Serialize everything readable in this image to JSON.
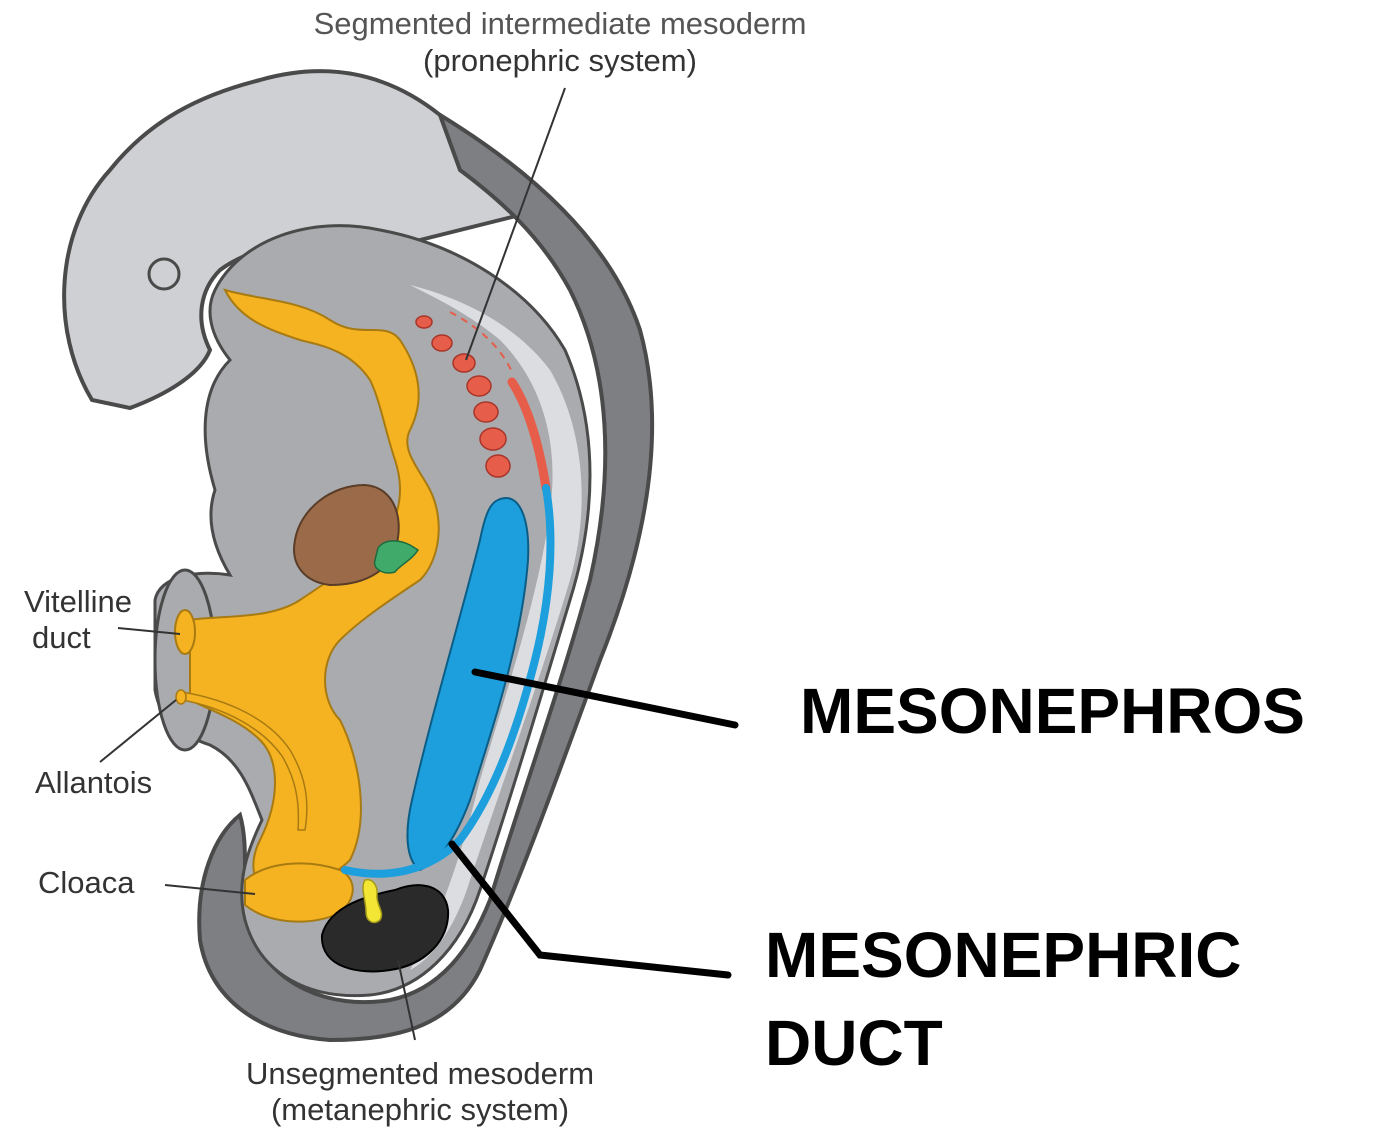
{
  "labels": {
    "pronephric_line1": "Segmented intermediate mesoderm",
    "pronephric_line2": "(pronephric system)",
    "vitelline_line1": "Vitelline",
    "vitelline_line2": "duct",
    "allantois": "Allantois",
    "cloaca": "Cloaca",
    "metanephric_line1": "Unsegmented mesoderm",
    "metanephric_line2": "(metanephric system)"
  },
  "annotations": {
    "mesonephros": "MESONEPHROS",
    "mesonephric_duct_line1": "MESONEPHRIC",
    "mesonephric_duct_line2": "DUCT"
  },
  "colors": {
    "outer_body": "#cfd0d3",
    "body_wall": "#7d7f83",
    "inner_cavity": "#a9abae",
    "lumen": "#dcdde0",
    "gut": "#f5b322",
    "mesonephros": "#1d9fdd",
    "pronephros": "#e65d49",
    "liver": "#9b6a48",
    "pancreas": "#3faa6a",
    "metanephric_mass": "#2a2a2a",
    "ureteric_bud": "#f3e634"
  }
}
